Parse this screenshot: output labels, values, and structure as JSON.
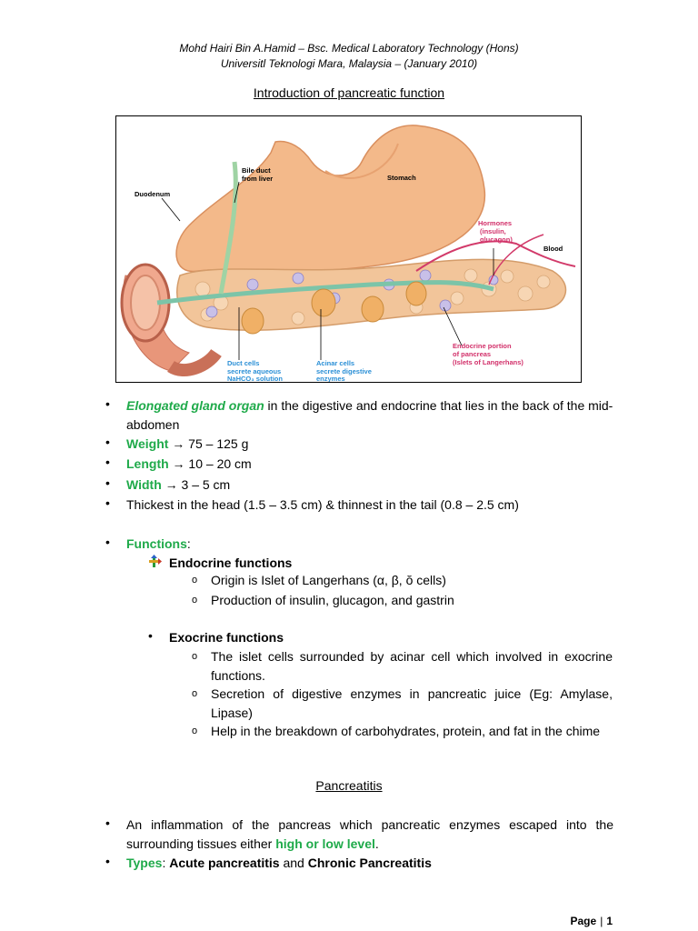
{
  "header": {
    "line1": "Mohd Hairi Bin A.Hamid – Bsc. Medical Laboratory Technology (Hons)",
    "line2": "Universitl Teknologi Mara, Malaysia – (January 2010)"
  },
  "title": "Introduction of pancreatic function",
  "figure_labels": {
    "bile_duct_1": "Bile duct",
    "bile_duct_2": "from liver",
    "stomach": "Stomach",
    "duodenum": "Duodenum",
    "hormones_1": "Hormones",
    "hormones_2": "(insulin,",
    "hormones_3": "glucagon)",
    "blood": "Blood",
    "endocrine_1": "Endocrine portion",
    "endocrine_2": "of pancreas",
    "endocrine_3": "(Islets of Langerhans)",
    "duct_1": "Duct cells",
    "duct_2": "secrete aqueous",
    "duct_3": "NaHCO₃ solution",
    "acinar_1": "Acinar cells",
    "acinar_2": "secrete digestive",
    "acinar_3": "enzymes"
  },
  "facts": {
    "elongated_em": "Elongated gland organ",
    "elongated_rest": " in the digestive and endocrine that lies in the back of the mid-abdomen",
    "weight_label": "Weight",
    "weight_value": " → 75 – 125 g",
    "length_label": "Length",
    "length_value": " → 10 – 20 cm",
    "width_label": "Width",
    "width_value": " → 3 – 5 cm",
    "thickest": "Thickest in the head (1.5 – 3.5 cm) & thinnest in the tail (0.8 – 2.5 cm)"
  },
  "functions": {
    "label": "Functions",
    "colon": ":",
    "endocrine_title": "Endocrine functions",
    "endocrine_items": [
      "Origin is Islet of Langerhans (α, β, ŏ cells)",
      "Production of insulin, glucagon, and gastrin"
    ],
    "exocrine_title": "Exocrine functions",
    "exocrine_items": [
      "The islet cells surrounded by acinar cell which involved in exocrine functions.",
      "Secretion of digestive enzymes in pancreatic juice (Eg: Amylase, Lipase)",
      "Help in the breakdown of carbohydrates, protein, and fat in the chime"
    ]
  },
  "pancreatitis": {
    "title": "Pancreatitis",
    "def_a": "An inflammation of the pancreas which pancreatic enzymes escaped into the surrounding tissues either ",
    "def_em": "high or low level",
    "def_b": ".",
    "types_label": "Types",
    "types_colon": ": ",
    "acute": "Acute pancreatitis",
    "and": " and ",
    "chronic": "Chronic Pancreatitis"
  },
  "footer": {
    "page_label": "Page",
    "bar": "|",
    "page_number": "1"
  },
  "colors": {
    "accent_green": "#1faa4a",
    "stomach": "#f3b98a",
    "pancreas": "#f2c59a",
    "duct": "#7cc4a8",
    "blood": "#d23a6a",
    "label_blue": "#2a8fd6",
    "label_red": "#d2306a"
  }
}
